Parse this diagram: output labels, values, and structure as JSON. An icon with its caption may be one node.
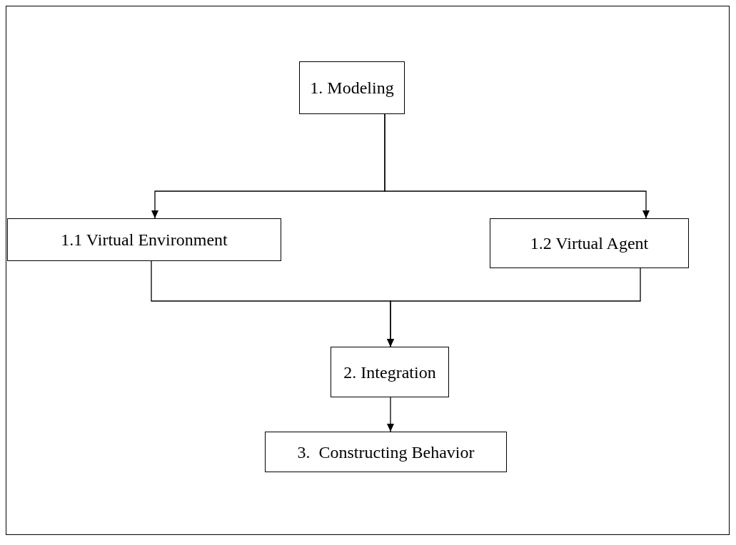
{
  "diagram": {
    "nodes": [
      {
        "text": [
          "1. Modeling"
        ]
      },
      {
        "text": [
          "1.1 Virtual Environment"
        ]
      },
      {
        "text": [
          "1.2 Virtual Agent"
        ]
      },
      {
        "text": [
          "2. Integration"
        ]
      },
      {
        "text": [
          "3.  Constructing Behavior"
        ]
      }
    ],
    "edges": [
      {
        "from": 0,
        "to": 1,
        "arrow": "to"
      },
      {
        "from": 0,
        "to": 2,
        "arrow": "to"
      },
      {
        "from": 1,
        "to": 3,
        "arrow": "to"
      },
      {
        "from": 2,
        "to": 3,
        "arrow": "to"
      },
      {
        "from": 3,
        "to": 4,
        "arrow": "to"
      }
    ]
  }
}
